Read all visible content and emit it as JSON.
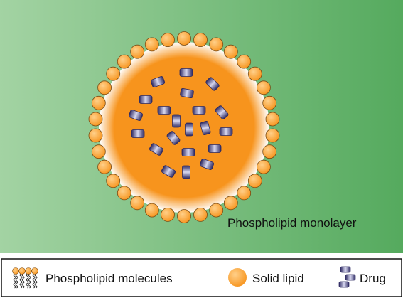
{
  "diagram": {
    "annotation": "Phospholipid monolayer",
    "colors": {
      "background_left": "#a3d3a3",
      "background_right": "#55aa5e",
      "lipid_core": "#f7941d",
      "phospholipid_head": "#f7941d",
      "head_outline": "#7a4a12",
      "drug_dark": "#2b2760",
      "drug_light": "#d8d8f0"
    }
  },
  "legend": {
    "items": [
      {
        "icon": "phospholipid-molecules-icon",
        "label": "Phospholipid molecules"
      },
      {
        "icon": "solid-lipid-icon",
        "label": "Solid lipid"
      },
      {
        "icon": "drug-icon",
        "label": "Drug"
      }
    ]
  }
}
